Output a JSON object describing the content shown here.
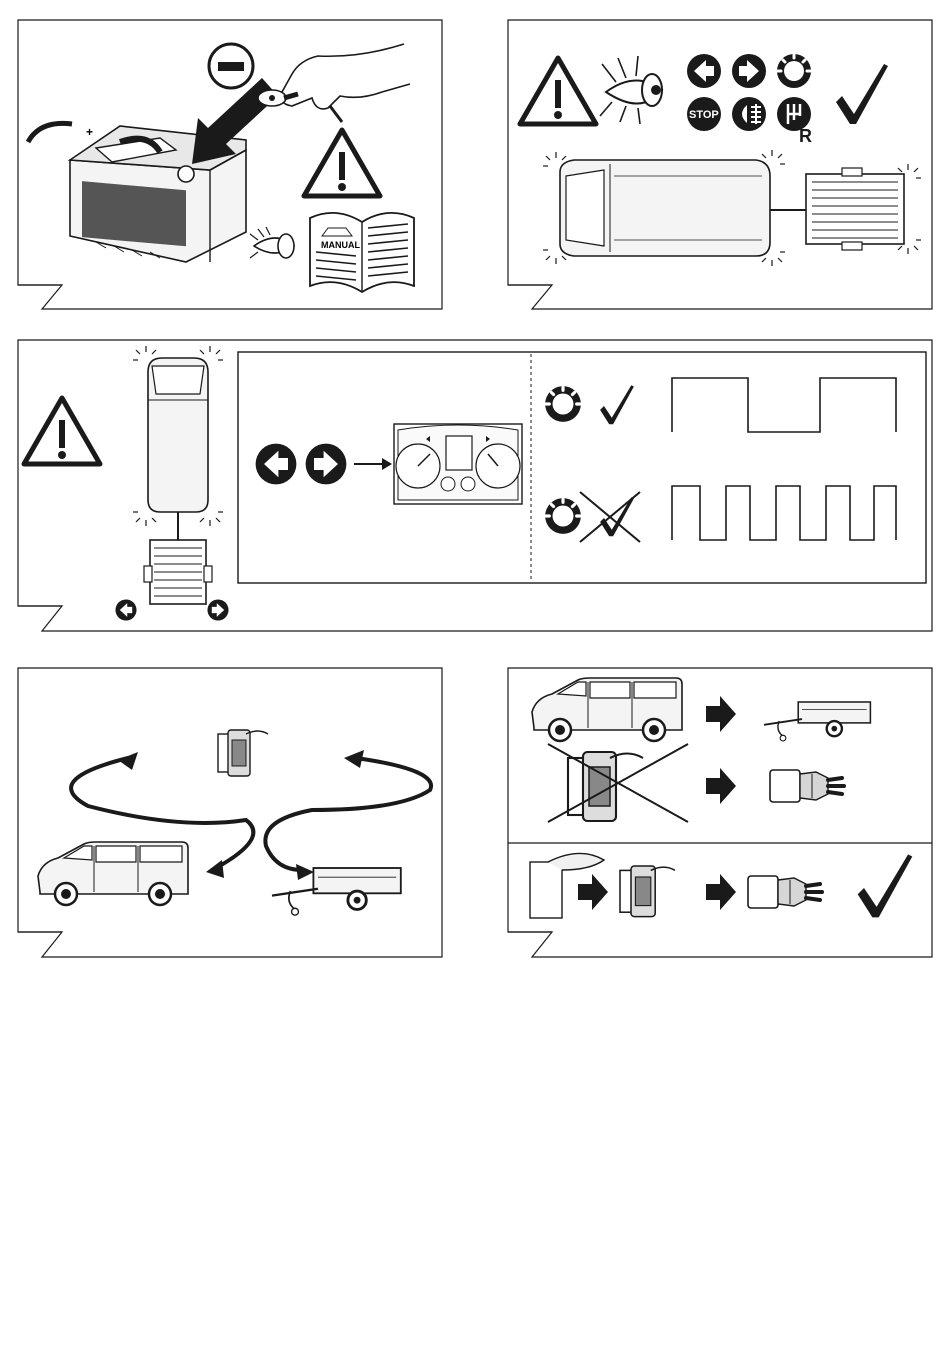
{
  "panels": {
    "battery": {
      "minus_symbol": "−",
      "plus_symbol": "+",
      "manual_label": "MANUAL"
    },
    "lights_check": {
      "stop_label": "STOP",
      "reverse_label": "R"
    },
    "indicator_check": {},
    "connection": {},
    "adapter": {}
  },
  "colors": {
    "ink": "#1a1a1a",
    "light_fill": "#f2f2f2",
    "mid_fill": "#cfcfcf",
    "dark_fill": "#4a4a4a"
  },
  "icons": [
    "minus-icon",
    "warning-icon",
    "eye-icon",
    "manual-icon",
    "left-turn-icon",
    "right-turn-icon",
    "hazard-icon",
    "stop-icon",
    "fog-light-icon",
    "reverse-gear-icon",
    "check-icon",
    "arrow-icon"
  ]
}
